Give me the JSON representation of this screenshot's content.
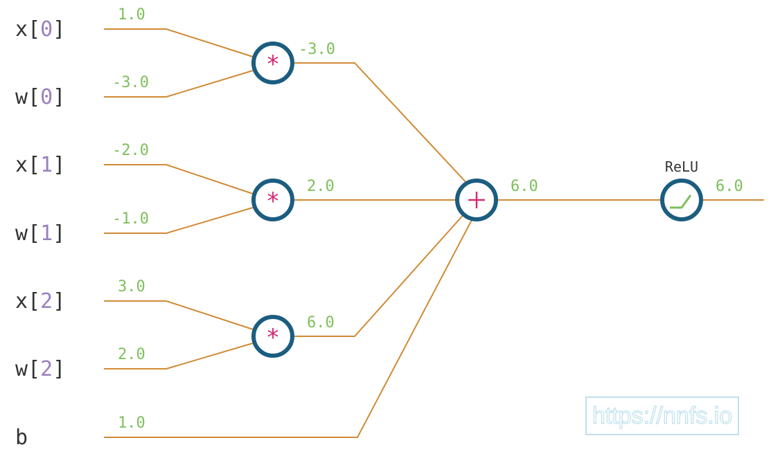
{
  "inputs": [
    {
      "name": "x",
      "index": "0",
      "value": "1.0"
    },
    {
      "name": "w",
      "index": "0",
      "value": "-3.0"
    },
    {
      "name": "x",
      "index": "1",
      "value": "-2.0"
    },
    {
      "name": "w",
      "index": "1",
      "value": "-1.0"
    },
    {
      "name": "x",
      "index": "2",
      "value": "3.0"
    },
    {
      "name": "w",
      "index": "2",
      "value": "2.0"
    }
  ],
  "bias": {
    "name": "b",
    "value": "1.0"
  },
  "multiply_nodes": [
    {
      "symbol": "*",
      "output": "-3.0"
    },
    {
      "symbol": "*",
      "output": "2.0"
    },
    {
      "symbol": "*",
      "output": "6.0"
    }
  ],
  "sum_node": {
    "symbol": "+",
    "output": "6.0"
  },
  "activation": {
    "label": "ReLU",
    "icon": "relu-icon",
    "output": "6.0"
  },
  "watermark": {
    "text": "https://nnfs.io"
  },
  "colors": {
    "wire": "#d08a35",
    "node_ring": "#1b5d80",
    "operator": "#d42a72",
    "value": "#7dbf5a",
    "index": "#9a7fbf",
    "watermark": "#bfe0ee"
  }
}
